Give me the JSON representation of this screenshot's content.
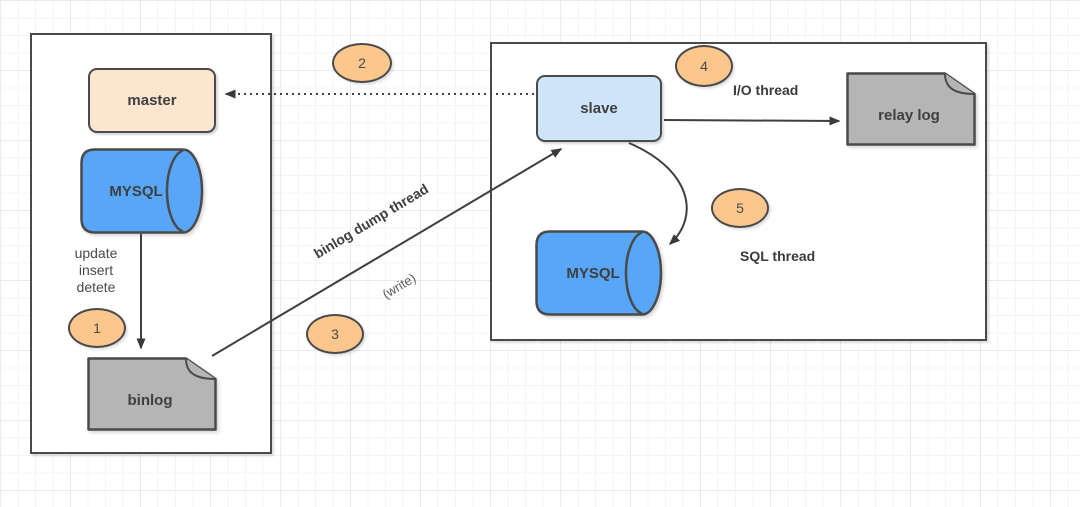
{
  "colors": {
    "stroke": "#4a4a4a",
    "text": "#3f3f3f",
    "box-fill": "#ffffff",
    "master-fill": "#fce6cf",
    "slave-fill": "#cde4f9",
    "db-fill": "#58a6f7",
    "doc-fill": "#b5b5b5",
    "badge-fill": "#fbc78d"
  },
  "master_section": {
    "master_label": "master",
    "db_label": "MYSQL",
    "binlog_label": "binlog",
    "ops": {
      "line1": "update",
      "line2": "insert",
      "line3": "detete"
    }
  },
  "slave_section": {
    "slave_label": "slave",
    "db_label": "MYSQL",
    "relay_log_label": "relay log",
    "io_thread_label": "I/O thread",
    "sql_thread_label": "SQL thread"
  },
  "connectors": {
    "binlog_dump_label": "binlog dump thread",
    "write_label": "(write)"
  },
  "badges": {
    "step1": "1",
    "step2": "2",
    "step3": "3",
    "step4": "4",
    "step5": "5"
  }
}
